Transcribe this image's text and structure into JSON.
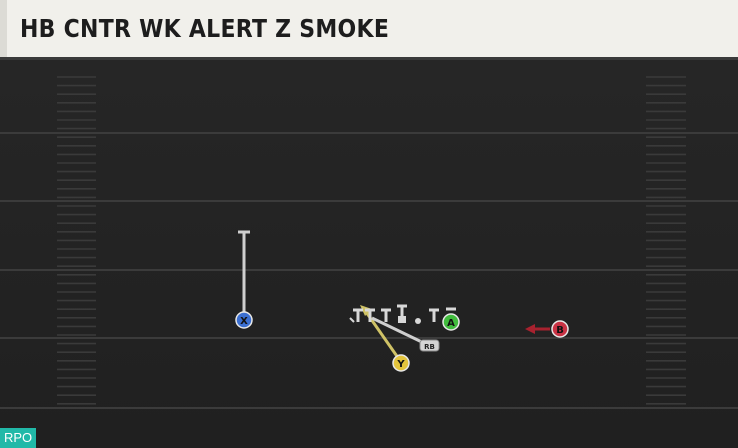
{
  "play": {
    "title": "HB CNTR WK ALERT Z SMOKE",
    "badge": "RPO"
  },
  "players": {
    "x": {
      "label": "X",
      "color": "#3b6fd1"
    },
    "y": {
      "label": "Y",
      "color": "#e3c43c"
    },
    "a": {
      "label": "A",
      "color": "#41bb3d"
    },
    "b": {
      "label": "B",
      "color": "#c93244"
    },
    "rb": {
      "label": "RB",
      "color": "#d4d4d4"
    }
  },
  "colors": {
    "route_white": "#cfcfcf",
    "route_yellow": "#cfc266",
    "route_red": "#a8222f",
    "yard_line": "#3a3a3a",
    "hash": "#3a3a3a",
    "lineman": "#d8d8d8"
  }
}
